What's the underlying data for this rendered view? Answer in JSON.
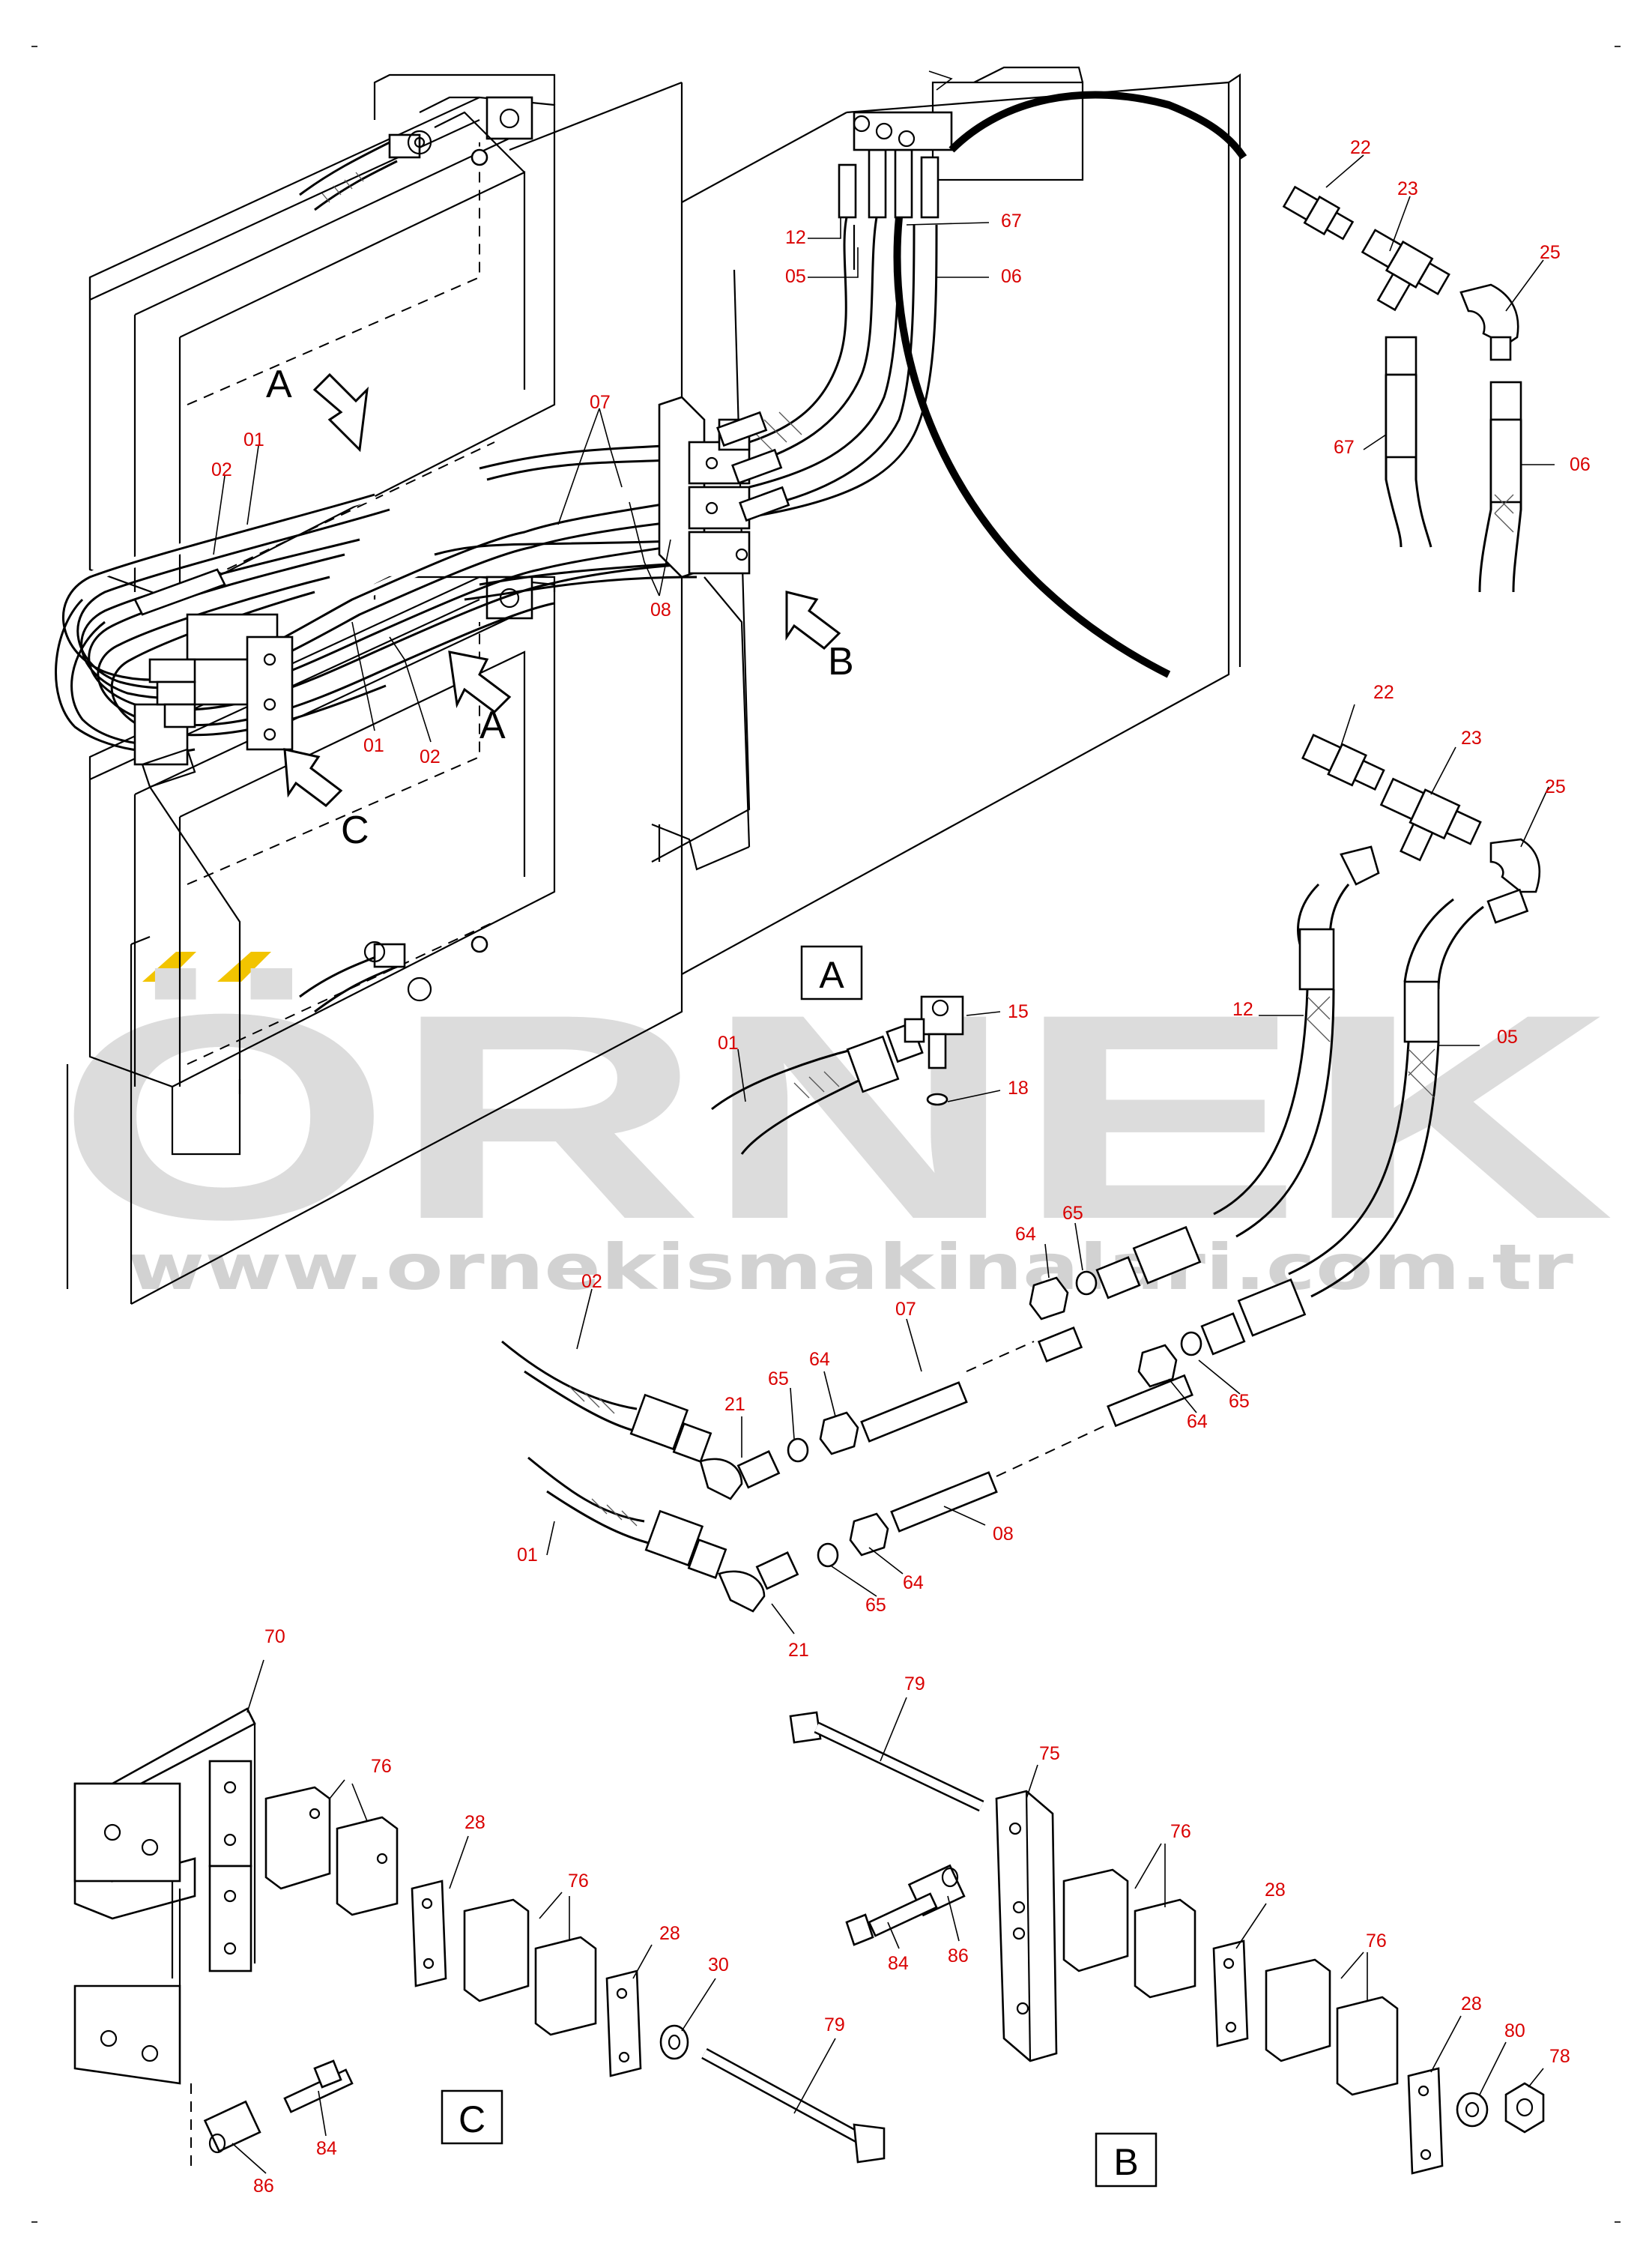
{
  "watermark": {
    "brand": "ÖRNEK",
    "url": "www.ornekismakinalari.com.tr",
    "accent_color": "#f2c400",
    "text_color": "#dcdcdc"
  },
  "view_markers": {
    "a_top": "A",
    "a_bottom": "A",
    "b": "B",
    "c": "C"
  },
  "boxes": {
    "detail_a": "A",
    "detail_b": "B",
    "detail_c": "C"
  },
  "labels": {
    "main": [
      "12",
      "05",
      "67",
      "06",
      "07",
      "01",
      "02",
      "08",
      "01",
      "02"
    ],
    "top_right": [
      "22",
      "23",
      "25",
      "67",
      "06"
    ],
    "fittings": [
      "22",
      "23",
      "25",
      "12",
      "05"
    ],
    "detail_a": [
      "01",
      "15",
      "18"
    ],
    "tubes": [
      "02",
      "21",
      "65",
      "64",
      "07",
      "64",
      "65",
      "64",
      "65",
      "01",
      "21",
      "65",
      "64",
      "08"
    ],
    "clamp_c": [
      "70",
      "76",
      "28",
      "76",
      "28",
      "30",
      "79",
      "84",
      "86"
    ],
    "clamp_b": [
      "79",
      "75",
      "76",
      "86",
      "84",
      "28",
      "76",
      "28",
      "80",
      "78"
    ]
  },
  "colors": {
    "label": "#d90000",
    "line": "#000000"
  }
}
